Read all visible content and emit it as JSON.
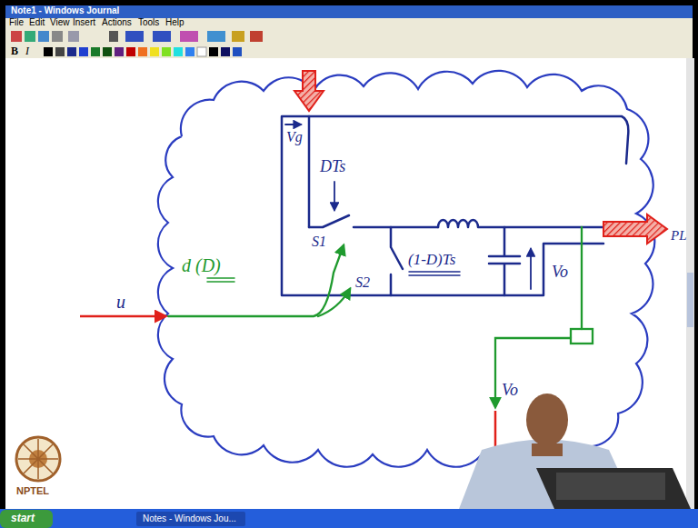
{
  "diagram": {
    "labels": [
      "Note1 - Windows Journal",
      "File",
      "Edit",
      "View",
      "Insert",
      "Actions",
      "Tools",
      "Help",
      "B",
      "I",
      "Vg",
      "DTs",
      "S1",
      "S2",
      "(1-D)Ts",
      "Vo",
      "u",
      "d (D)",
      "PL",
      "Vo",
      "NPTEL",
      "start",
      "Notes - Windows Jou..."
    ]
  }
}
